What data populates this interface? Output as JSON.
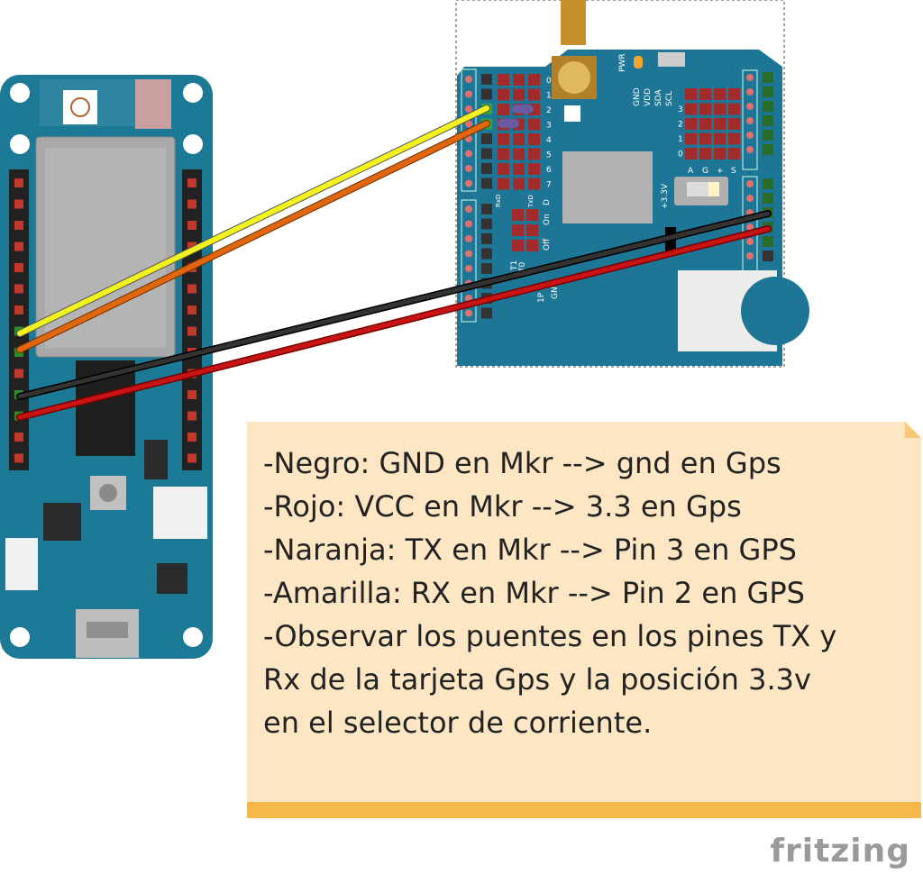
{
  "gps_board": {
    "pwr_label": "PWR",
    "i2c_labels": [
      "GND",
      "VDD",
      "SDA",
      "SCL"
    ],
    "pin_numbers": [
      "0",
      "1",
      "2",
      "3",
      "4",
      "5",
      "6",
      "7"
    ],
    "rxd_label": "RxD",
    "txd_label": "TxD",
    "d_label": "D",
    "on_label": "On",
    "off_label": "Off",
    "voltage_label": "+3.3V",
    "grid_row_labels": [
      "3",
      "2",
      "1",
      "0"
    ],
    "grid_col_labels": [
      "A",
      "G",
      "+",
      "S"
    ],
    "t1_label": "T1",
    "t0_label": "T0",
    "p1_label": "1P",
    "gn_label": "GN"
  },
  "wires": [
    {
      "name": "yellow",
      "color": "#f2f21e"
    },
    {
      "name": "orange",
      "color": "#e0660f"
    },
    {
      "name": "black",
      "color": "#222222"
    },
    {
      "name": "red",
      "color": "#c81414"
    }
  ],
  "note": {
    "lines": [
      "-Negro: GND en Mkr --> gnd en Gps",
      "-Rojo: VCC en Mkr --> 3.3 en Gps",
      "-Naranja: TX en Mkr --> Pin 3 en GPS",
      "-Amarilla: RX en Mkr --> Pin 2 en GPS",
      "-Observar los puentes en los pines TX y",
      "Rx de la tarjeta Gps y la posición 3.3v",
      "en el selector de corriente."
    ]
  },
  "logo": "fritzing"
}
